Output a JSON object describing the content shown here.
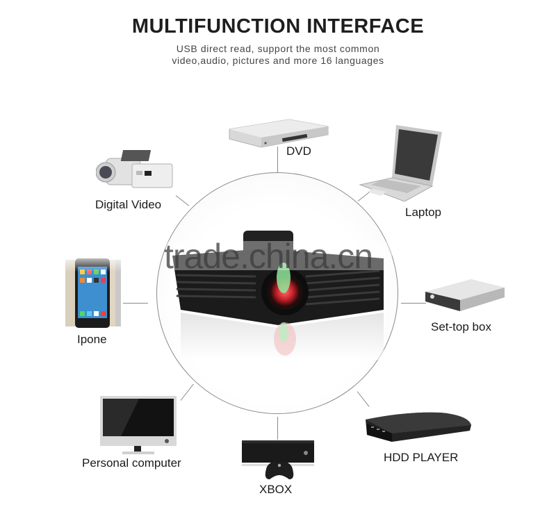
{
  "header": {
    "title": "MULTIFUNCTION INTERFACE",
    "subtitle_line1": "USB direct read, support the most common",
    "subtitle_line2": "video,audio, pictures and more 16 languages"
  },
  "center": {
    "device": "projector",
    "watermark": "trade.china.cn"
  },
  "devices": [
    {
      "id": "dvd",
      "label": "DVD",
      "icon": "dvd-player-icon"
    },
    {
      "id": "digital-video",
      "label": "Digital Video",
      "icon": "camcorder-icon"
    },
    {
      "id": "laptop",
      "label": "Laptop",
      "icon": "laptop-icon"
    },
    {
      "id": "iphone",
      "label": "Ipone",
      "icon": "smartphone-icon"
    },
    {
      "id": "set-top-box",
      "label": "Set-top box",
      "icon": "set-top-box-icon"
    },
    {
      "id": "personal-computer",
      "label": "Personal computer",
      "icon": "monitor-icon"
    },
    {
      "id": "xbox",
      "label": "XBOX",
      "icon": "game-console-icon"
    },
    {
      "id": "hdd-player",
      "label": "HDD PLAYER",
      "icon": "media-player-icon"
    }
  ],
  "colors": {
    "lines": "#8a8a8a",
    "text": "#1a1a1a",
    "projector_body": "#1b1b1b",
    "lens_red": "#c8202a",
    "lens_green": "#7fe08a"
  }
}
